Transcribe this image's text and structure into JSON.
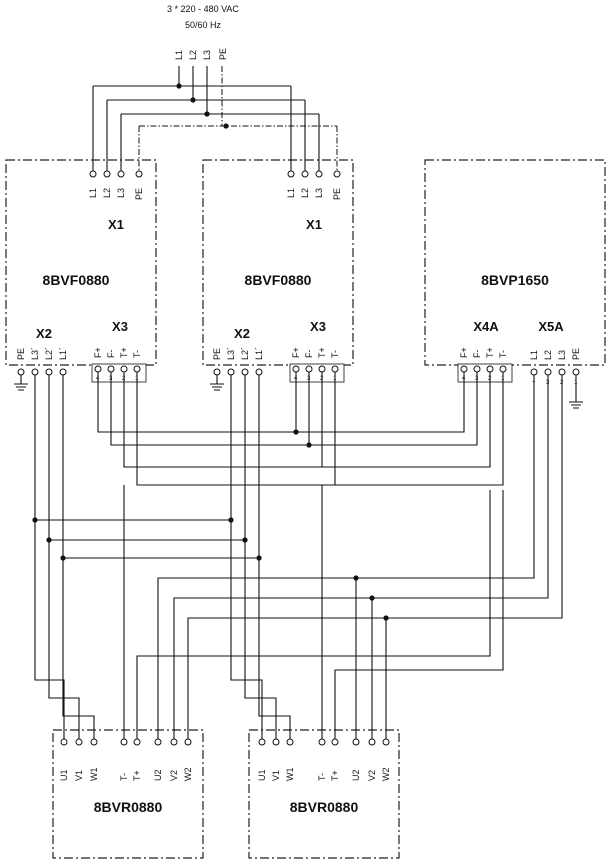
{
  "supply": {
    "line1": "3 * 220 - 480 VAC",
    "line2": "50/60 Hz",
    "pins": [
      "L1",
      "L2",
      "L3",
      "PE"
    ]
  },
  "modules": {
    "bvf_a": {
      "name": "8BVF0880",
      "x1": "X1",
      "x2": "X2",
      "x3": "X3"
    },
    "bvf_b": {
      "name": "8BVF0880",
      "x1": "X1",
      "x2": "X2",
      "x3": "X3"
    },
    "bvp": {
      "name": "8BVP1650",
      "x4a": "X4A",
      "x5a": "X5A"
    },
    "bvr_a": {
      "name": "8BVR0880"
    },
    "bvr_b": {
      "name": "8BVR0880"
    }
  },
  "labels": {
    "x1_pins": [
      "L1",
      "L2",
      "L3",
      "PE"
    ],
    "x2_pins": [
      "PE",
      "L3´",
      "L2´",
      "L1´"
    ],
    "x3_pins": [
      "F+",
      "F-",
      "T+",
      "T-"
    ],
    "x3_nums": [
      "4",
      "3",
      "2",
      "1"
    ],
    "x5a_pins": [
      "L1",
      "L2",
      "L3",
      "PE"
    ],
    "x5a_nums": [
      "+",
      "3",
      "2",
      "1"
    ],
    "bvr_pins": [
      "U1",
      "V1",
      "W1",
      "T-",
      "T+",
      "U2",
      "V2",
      "W2"
    ]
  }
}
